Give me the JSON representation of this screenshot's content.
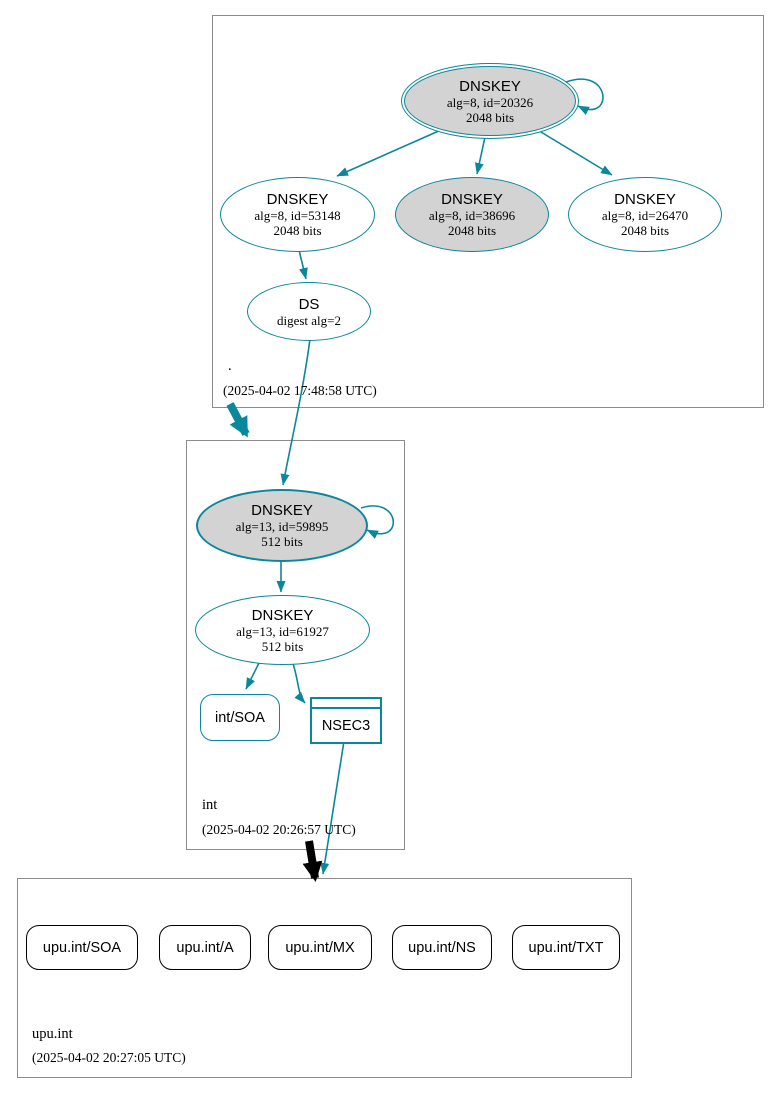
{
  "colors": {
    "secure": "#0a879a",
    "insecure": "#000000",
    "kskFill": "#d3d3d3",
    "zoneBorder": "#8c8c8c"
  },
  "root_zone": {
    "name": ".",
    "timestamp": "(2025-04-02 17:48:58 UTC)",
    "ksk": {
      "type": "DNSKEY",
      "alg": "alg=8, id=20326",
      "bits": "2048 bits"
    },
    "zsk1": {
      "type": "DNSKEY",
      "alg": "alg=8, id=53148",
      "bits": "2048 bits"
    },
    "zsk2": {
      "type": "DNSKEY",
      "alg": "alg=8, id=38696",
      "bits": "2048 bits"
    },
    "zsk3": {
      "type": "DNSKEY",
      "alg": "alg=8, id=26470",
      "bits": "2048 bits"
    },
    "ds": {
      "type": "DS",
      "digest": "digest alg=2"
    }
  },
  "int_zone": {
    "name": "int",
    "timestamp": "(2025-04-02 20:26:57 UTC)",
    "ksk": {
      "type": "DNSKEY",
      "alg": "alg=13, id=59895",
      "bits": "512 bits"
    },
    "zsk": {
      "type": "DNSKEY",
      "alg": "alg=13, id=61927",
      "bits": "512 bits"
    },
    "soa": {
      "label": "int/SOA"
    },
    "nsec3": {
      "label": "NSEC3"
    }
  },
  "upu_zone": {
    "name": "upu.int",
    "timestamp": "(2025-04-02 20:27:05 UTC)",
    "rrsets": [
      {
        "label": "upu.int/SOA"
      },
      {
        "label": "upu.int/A"
      },
      {
        "label": "upu.int/MX"
      },
      {
        "label": "upu.int/NS"
      },
      {
        "label": "upu.int/TXT"
      }
    ]
  }
}
